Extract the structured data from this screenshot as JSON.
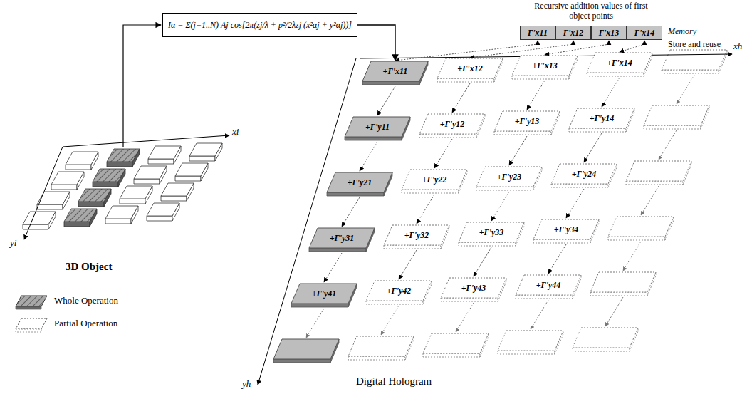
{
  "diagram": {
    "nodes": [
      {
        "text": [
          "Iα = Σ(j=1..N) Aj cos[2π(zj/λ + p²/2λzj (x²αj + y²αj))]"
        ]
      },
      {
        "text": [
          "Γ'x11"
        ]
      },
      {
        "text": [
          "Γ'x12"
        ]
      },
      {
        "text": [
          "Γ'x13"
        ]
      },
      {
        "text": [
          "Γ'x14"
        ]
      },
      {
        "text": [
          "+Γ'x11"
        ]
      },
      {
        "text": [
          "+Γ'x12"
        ]
      },
      {
        "text": [
          "+Γ'x13"
        ]
      },
      {
        "text": [
          "+Γ'x14"
        ]
      },
      {
        "text": [
          "+Γ'y11"
        ]
      },
      {
        "text": [
          "+Γ'y12"
        ]
      },
      {
        "text": [
          "+Γ'y13"
        ]
      },
      {
        "text": [
          "+Γ'y14"
        ]
      },
      {
        "text": [
          "+Γ'y21"
        ]
      },
      {
        "text": [
          "+Γ'y22"
        ]
      },
      {
        "text": [
          "+Γ'y23"
        ]
      },
      {
        "text": [
          "+Γ'y24"
        ]
      },
      {
        "text": [
          "+Γ'y31"
        ]
      },
      {
        "text": [
          "+Γ'y32"
        ]
      },
      {
        "text": [
          "+Γ'y33"
        ]
      },
      {
        "text": [
          "+Γ'y34"
        ]
      },
      {
        "text": [
          "+Γ'y41"
        ]
      },
      {
        "text": [
          "+Γ'y42"
        ]
      },
      {
        "text": [
          "+Γ'y43"
        ]
      },
      {
        "text": [
          "+Γ'y44"
        ]
      }
    ],
    "edges": [
      {
        "from": 0,
        "to": 5,
        "arrow": "to"
      },
      {
        "from": 1,
        "to": 5,
        "arrow": "both"
      },
      {
        "from": 2,
        "to": 6,
        "arrow": "both"
      },
      {
        "from": 3,
        "to": 7,
        "arrow": "both"
      },
      {
        "from": 4,
        "to": 8,
        "arrow": "both"
      },
      {
        "from": 5,
        "to": 9,
        "arrow": "to"
      },
      {
        "from": 6,
        "to": 10,
        "arrow": "to"
      },
      {
        "from": 7,
        "to": 11,
        "arrow": "to"
      },
      {
        "from": 8,
        "to": 12,
        "arrow": "to"
      },
      {
        "from": 9,
        "to": 13,
        "arrow": "to"
      },
      {
        "from": 10,
        "to": 14,
        "arrow": "to"
      },
      {
        "from": 11,
        "to": 15,
        "arrow": "to"
      },
      {
        "from": 12,
        "to": 16,
        "arrow": "to"
      },
      {
        "from": 13,
        "to": 17,
        "arrow": "to"
      },
      {
        "from": 14,
        "to": 18,
        "arrow": "to"
      },
      {
        "from": 15,
        "to": 19,
        "arrow": "to"
      },
      {
        "from": 16,
        "to": 20,
        "arrow": "to"
      },
      {
        "from": 17,
        "to": 21,
        "arrow": "to"
      },
      {
        "from": 18,
        "to": 22,
        "arrow": "to"
      },
      {
        "from": 19,
        "to": 23,
        "arrow": "to"
      },
      {
        "from": 20,
        "to": 24,
        "arrow": "to"
      }
    ],
    "labels": [
      "Recursive addition values of first object points",
      "Memory",
      "Store and reuse",
      "3D Object",
      "Digital Hologram",
      "xi",
      "yi",
      "xh",
      "yh"
    ],
    "legend": [
      {
        "text": "Whole Operation"
      },
      {
        "text": "Partial Operation"
      }
    ]
  }
}
